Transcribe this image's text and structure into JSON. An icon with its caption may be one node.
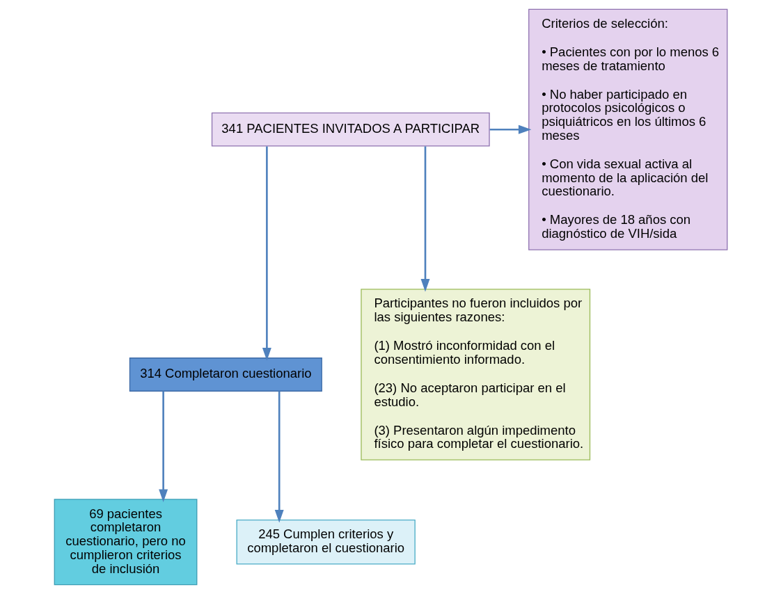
{
  "diagram": {
    "nodes": [
      {
        "text": [
          "341 PACIENTES INVITADOS A PARTICIPAR"
        ]
      },
      {
        "text": [
          "Criterios de selección:",
          "• Pacientes con por lo menos 6 meses de tratamiento",
          "• No haber participado en protocolos psicológicos o psiquiátricos en los últimos 6 meses",
          "• Con vida sexual activa al momento de la aplicación del cuestionario.",
          "• Mayores de 18 años con diagnóstico de VIH/sida"
        ]
      },
      {
        "text": [
          "314 Completaron cuestionario"
        ]
      },
      {
        "text": [
          "69 pacientes completaron cuestionario, pero no cumplieron criterios de inclusión"
        ]
      },
      {
        "text": [
          "Participantes no fueron incluidos por las siguientes razones:",
          "(1) Mostró inconformidad con el consentimiento informado.",
          "(23) No aceptaron participar en el estudio.",
          "(3) Presentaron algún impedimento físico para completar el cuestionario."
        ]
      },
      {
        "text": [
          "245 Cumplen criterios y completaron el cuestionario"
        ]
      }
    ],
    "edges": [
      {
        "from": 0,
        "to": 1,
        "arrow": "to"
      },
      {
        "from": 0,
        "to": 2,
        "arrow": "to"
      },
      {
        "from": 0,
        "to": 4,
        "arrow": "to"
      },
      {
        "from": 2,
        "to": 3,
        "arrow": "to"
      },
      {
        "from": 2,
        "to": 5,
        "arrow": "to"
      }
    ]
  }
}
